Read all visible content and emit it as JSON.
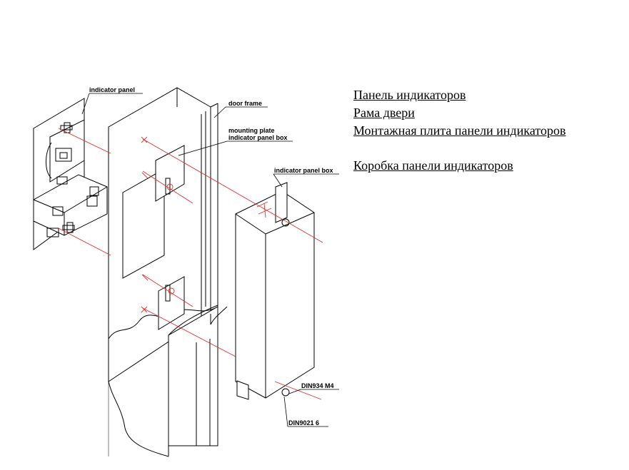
{
  "callouts": {
    "indicator_panel": "indicator panel",
    "door_frame": "door frame",
    "mounting_plate": "mounting plate",
    "mounting_plate_sub": "indicator panel box",
    "indicator_panel_box": "indicator panel box",
    "nut": "DIN934 M4",
    "washer": "DIN9021 6"
  },
  "legend": {
    "items": [
      "Панель индикаторов",
      "Рама двери",
      "Монтажная плита панели индикаторов",
      "Коробка панели индикаторов"
    ]
  },
  "colors": {
    "line": "#000000",
    "axis": "#d9342b"
  }
}
